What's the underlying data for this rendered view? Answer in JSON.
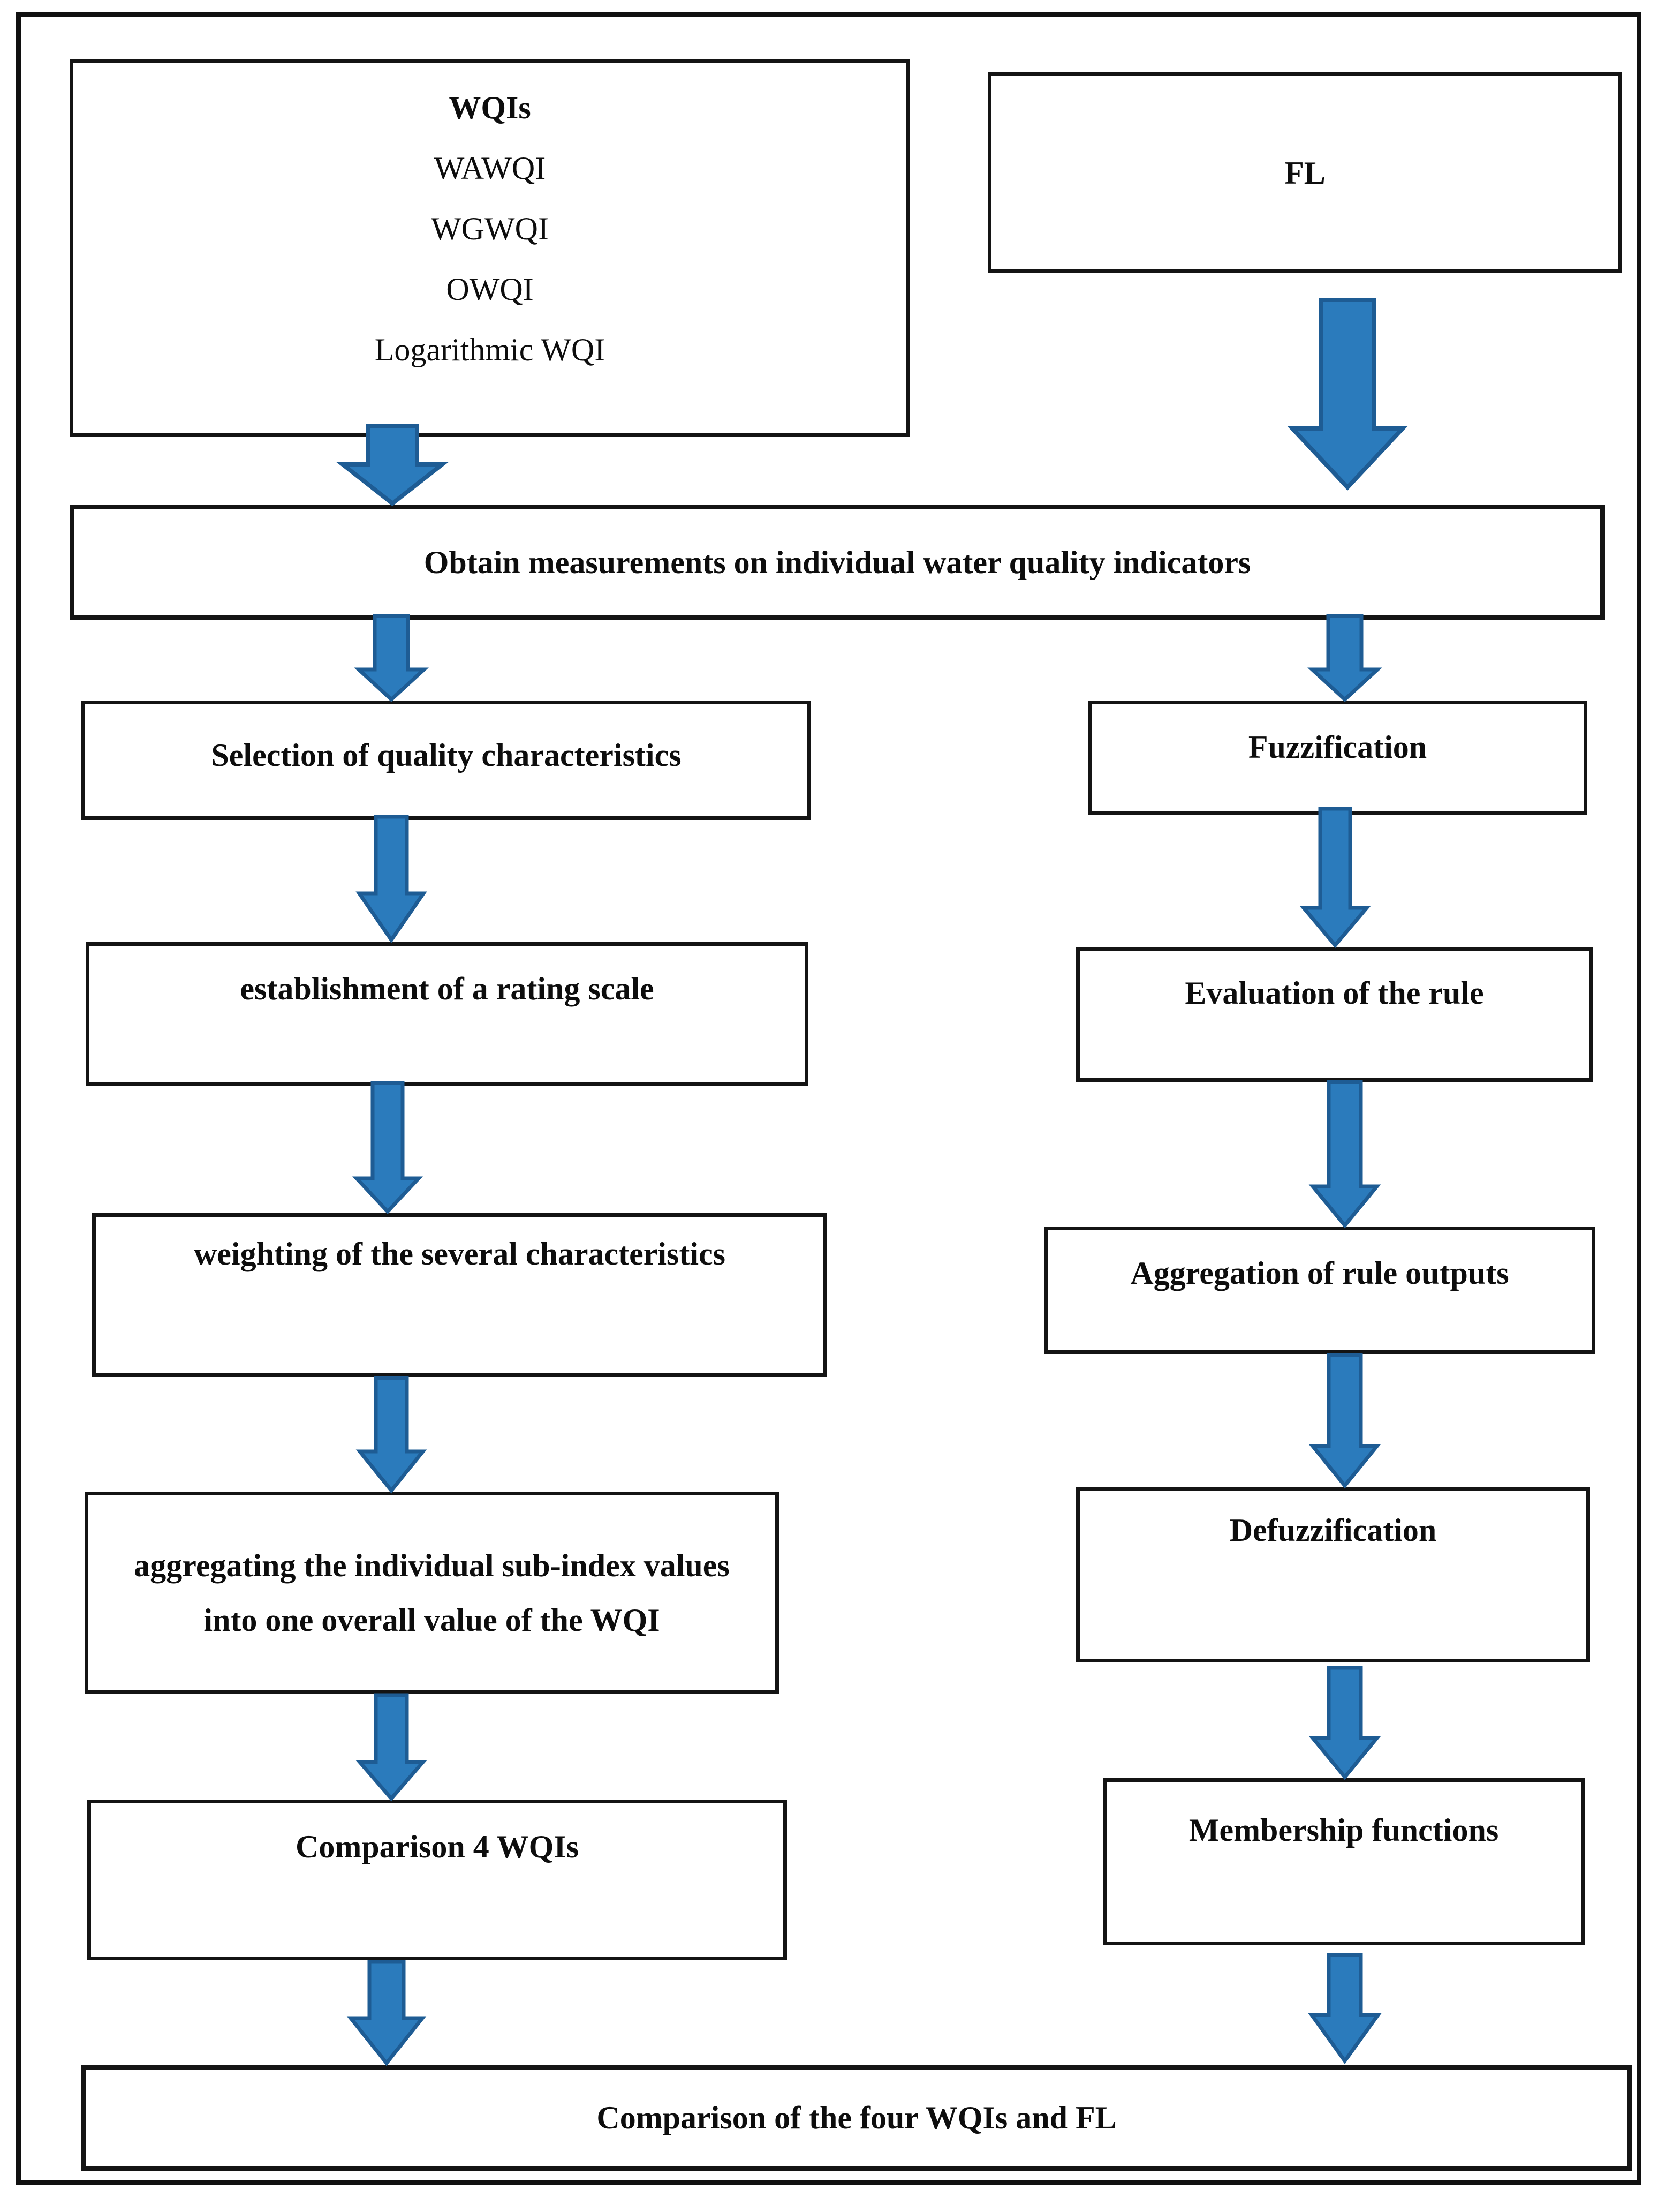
{
  "diagram": {
    "left_column": {
      "wqis_box": {
        "title": "WQIs",
        "items": [
          "WAWQI",
          "WGWQI",
          "OWQI",
          "Logarithmic WQI"
        ]
      },
      "obtain": "Obtain measurements on individual water quality indicators",
      "selection": "Selection of quality characteristics",
      "establishment": "establishment of a rating scale",
      "weighting": "weighting of the several characteristics",
      "aggregating": "aggregating the individual sub-index values into one overall value of the WQI",
      "comparison": "Comparison 4 WQIs"
    },
    "right_column": {
      "fl_box": "FL",
      "fuzzification": "Fuzzification",
      "evaluation": "Evaluation of the rule",
      "aggregation": "Aggregation of rule outputs",
      "defuzzification": "Defuzzification",
      "membership": "Membership functions"
    },
    "bottom": "Comparison of the four WQIs and FL",
    "colors": {
      "arrow_fill": "#2b7bbc",
      "arrow_stroke": "#1e5c94",
      "box_border": "#141414"
    }
  }
}
